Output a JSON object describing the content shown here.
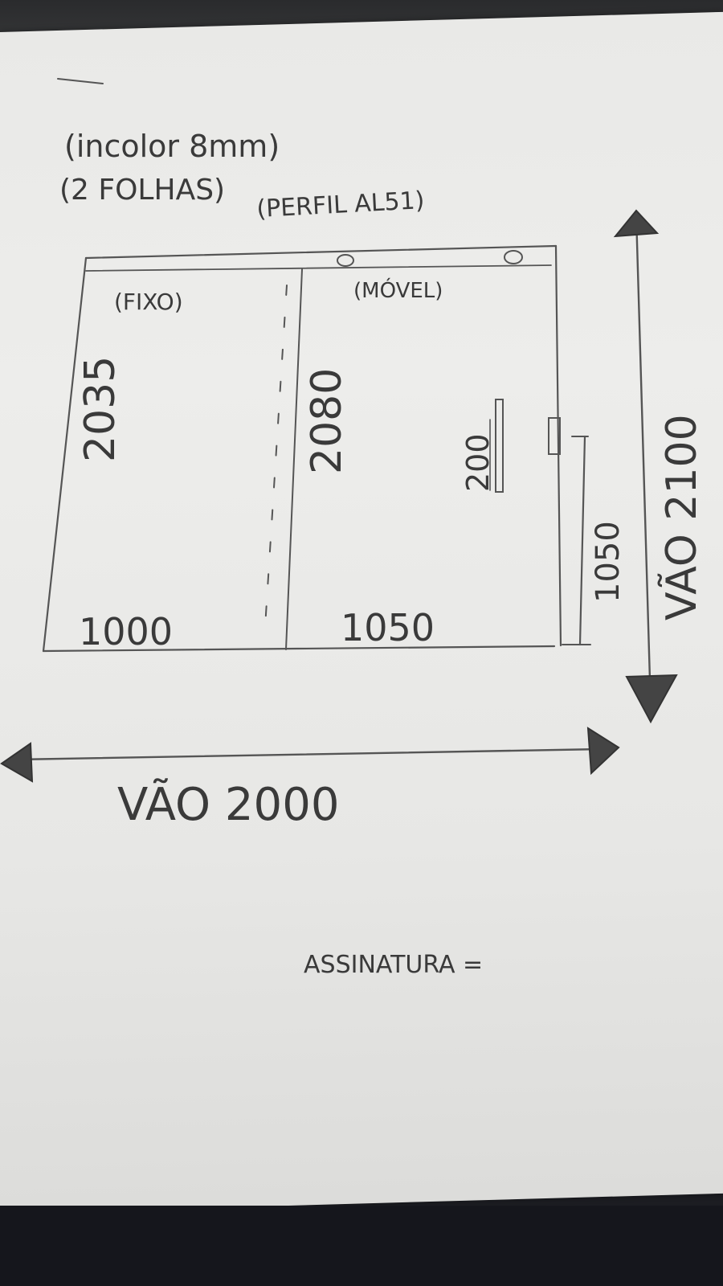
{
  "notes": {
    "glass": "(incolor 8mm)",
    "panels": "(2 FOLHAS)",
    "profile": "(PERFIL AL51)"
  },
  "fixed_panel": {
    "label": "(FIXO)",
    "height": "2035",
    "width": "1000"
  },
  "sliding_panel": {
    "label": "(MÓVEL)",
    "height": "2080",
    "width": "1050",
    "handle": "200",
    "handle_height": "1050"
  },
  "opening": {
    "width_label": "VÃO 2000",
    "height_label": "VÃO 2100"
  },
  "signature_label": "ASSINATURA ="
}
